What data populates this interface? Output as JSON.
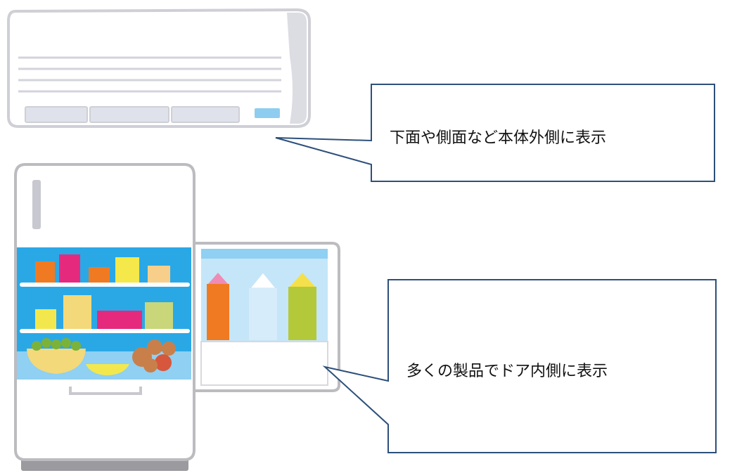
{
  "illustrations": {
    "air_conditioner": {
      "name": "air-conditioner",
      "colors": {
        "body": "#ffffff",
        "outline": "#cfcfd6",
        "side_shade": "#dcdce3",
        "vent_lines": "#d3d3dc",
        "panel": "#dfe2ea",
        "indicator": "#8ecdf0"
      }
    },
    "refrigerator": {
      "name": "refrigerator",
      "colors": {
        "outline": "#bcbcc0",
        "body": "#ffffff",
        "base": "#9a9a9f",
        "handle": "#c8c8d0",
        "interior": "#2aa8e6",
        "interior_light": "#8fd0f3",
        "door_interior": "#c5e6f8",
        "shelf": "#ffffff",
        "items": [
          "#f07a22",
          "#e52a7e",
          "#f4e84a",
          "#f8cf8a",
          "#f3d97a",
          "#c9d77a",
          "#f2e84e",
          "#7bb23a",
          "#c97f4a",
          "#d7573d"
        ],
        "cartons": [
          "#f07a22",
          "#d6ecfb",
          "#b4c93a"
        ],
        "carton_tops": [
          "#ef8bb5",
          "#ffffff",
          "#f4e04a"
        ]
      }
    }
  },
  "callouts": {
    "aircon_note": {
      "text": "下面や側面など本体外側に表示",
      "border": "#2d4f7a"
    },
    "fridge_note": {
      "text": "多くの製品でドア内側に表示",
      "border": "#2d4f7a"
    }
  }
}
